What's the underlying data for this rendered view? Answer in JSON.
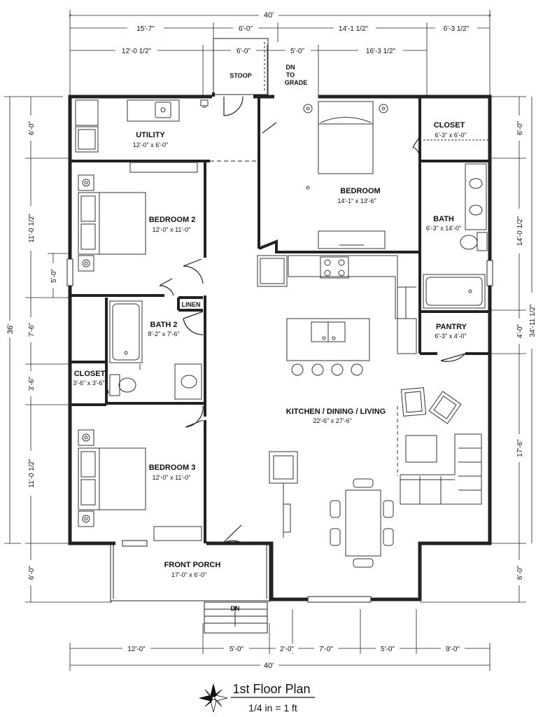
{
  "title": "1st Floor Plan",
  "scale": "1/4 in = 1 ft",
  "rooms": [
    {
      "id": "utility",
      "name": "UTILITY",
      "size": "12'-0\" x 6'-0\""
    },
    {
      "id": "bedroom",
      "name": "BEDROOM",
      "size": "14'-1\" x 13'-6\""
    },
    {
      "id": "closet-master",
      "name": "CLOSET",
      "size": "6'-3\" x 6'-0\""
    },
    {
      "id": "bath-master",
      "name": "BATH",
      "size": "6'-3\" x 14'-0\""
    },
    {
      "id": "bedroom-2",
      "name": "BEDROOM 2",
      "size": "12'-0\" x 11'-0\""
    },
    {
      "id": "linen",
      "name": "LINEN",
      "size": ""
    },
    {
      "id": "bath-2",
      "name": "BATH 2",
      "size": "8'-2\" x 7'-6\""
    },
    {
      "id": "pantry",
      "name": "PANTRY",
      "size": "6'-3\" x 4'-0\""
    },
    {
      "id": "closet-2",
      "name": "CLOSET",
      "size": "3'-6\" x 3'-6\""
    },
    {
      "id": "kitchen",
      "name": "KITCHEN / DINING / LIVING",
      "size": "22'-6\" x 27'-6\""
    },
    {
      "id": "bedroom-3",
      "name": "BEDROOM 3",
      "size": "12'-0\" x 11'-0\""
    },
    {
      "id": "front-porch",
      "name": "FRONT PORCH",
      "size": "17'-0\" x 6'-0\""
    }
  ],
  "labels": {
    "stoop": "STOOP",
    "dn_grade": [
      "DN",
      "TO",
      "GRADE"
    ],
    "dn": "DN"
  },
  "dimensions": {
    "overall_top": "40'",
    "top_row1": [
      "15'-7\"",
      "6'-0\"",
      "14'-1 1/2\"",
      "6'-3 1/2\""
    ],
    "top_row2": [
      "12'-0 1/2\"",
      "6'-0\"",
      "5'-0\"",
      "16'-3 1/2\""
    ],
    "bottom_row": [
      "12'-0\"",
      "5'-0\"",
      "2'-0\"",
      "7'-0\"",
      "5'-0\"",
      "9'-0\""
    ],
    "overall_bottom": "40'",
    "left_overall": "36'",
    "left_outer": [
      "6'-0\"",
      "11'-0 1/2\"",
      "7'-6\"",
      "11'-0 1/2\"",
      "6'-0\""
    ],
    "left_inner": [
      "5'-0\"",
      "3'-6\""
    ],
    "right_outer": [
      "6'-0\"",
      "14'-0 1/2\"",
      "4'-0\"",
      "17'-6\"",
      "6'-0\""
    ],
    "right_overall": "34'-11 1/2\""
  }
}
